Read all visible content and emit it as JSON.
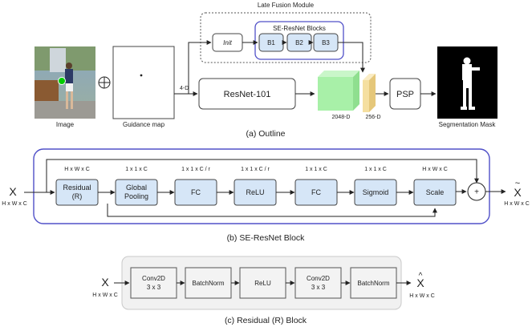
{
  "outline": {
    "late_fusion_label": "Late Fusion Module",
    "se_blocks_label": "SE-ResNet Blocks",
    "init_label": "Init",
    "b1": "B1",
    "b2": "B2",
    "b3": "B3",
    "image_label": "Image",
    "guidance_label": "Guidance map",
    "four_d": "4-D",
    "resnet_label": "ResNet-101",
    "dim_2048": "2048-D",
    "dim_256": "256-D",
    "psp_label": "PSP",
    "mask_label": "Segmentation Mask",
    "caption": "(a) Outline",
    "colors": {
      "feature_green": "#a8f0a8",
      "feature_yellow": "#f5dfa0",
      "se_border": "#5050c8",
      "block_fill": "#d6e6f7"
    }
  },
  "se_block": {
    "input_symbol": "X",
    "input_dim": "H x W x C",
    "output_symbol": "X",
    "output_tilde": "~",
    "output_dim": "H x W x C",
    "plus": "+",
    "caption": "(b) SE-ResNet Block",
    "nodes": [
      {
        "label1": "Residual",
        "label2": "(R)",
        "dim": "H x W x C"
      },
      {
        "label1": "Global",
        "label2": "Pooling",
        "dim": "1 x 1 x C"
      },
      {
        "label1": "FC",
        "label2": "",
        "dim": "1 x 1 x C / r"
      },
      {
        "label1": "ReLU",
        "label2": "",
        "dim": "1 x 1 x C / r"
      },
      {
        "label1": "FC",
        "label2": "",
        "dim": "1 x 1 x C"
      },
      {
        "label1": "Sigmoid",
        "label2": "",
        "dim": "1 x 1 x C"
      },
      {
        "label1": "Scale",
        "label2": "",
        "dim": "H x W x C"
      }
    ]
  },
  "residual_block": {
    "input_symbol": "X",
    "input_dim": "H x W x C",
    "output_symbol": "X",
    "output_hat": "^",
    "output_dim": "H x W x C",
    "caption": "(c) Residual (R) Block",
    "nodes": [
      {
        "label1": "Conv2D",
        "label2": "3 x 3"
      },
      {
        "label1": "BatchNorm",
        "label2": ""
      },
      {
        "label1": "ReLU",
        "label2": ""
      },
      {
        "label1": "Conv2D",
        "label2": "3 x 3"
      },
      {
        "label1": "BatchNorm",
        "label2": ""
      }
    ]
  }
}
